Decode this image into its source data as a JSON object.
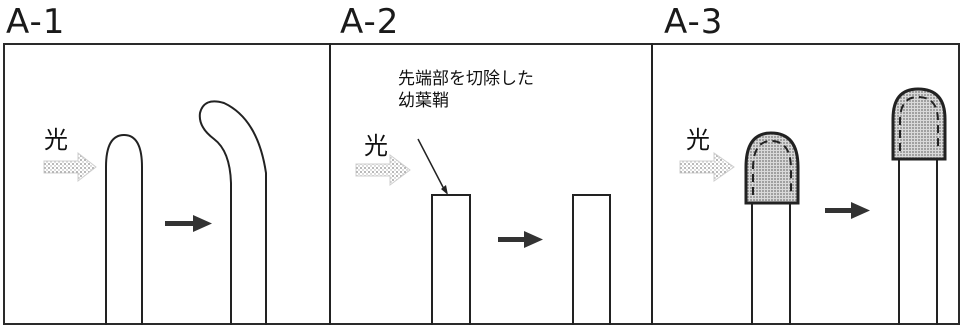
{
  "panels": [
    {
      "title": "A-1",
      "light_label": "光"
    },
    {
      "title": "A-2",
      "light_label": "光",
      "callout": [
        "先端部を切除した",
        "幼葉鞘"
      ]
    },
    {
      "title": "A-3",
      "light_label": "光"
    }
  ],
  "colors": {
    "line": "#222222",
    "light_arrow": "#c8c8c8",
    "shading": "#9a9a9a"
  }
}
